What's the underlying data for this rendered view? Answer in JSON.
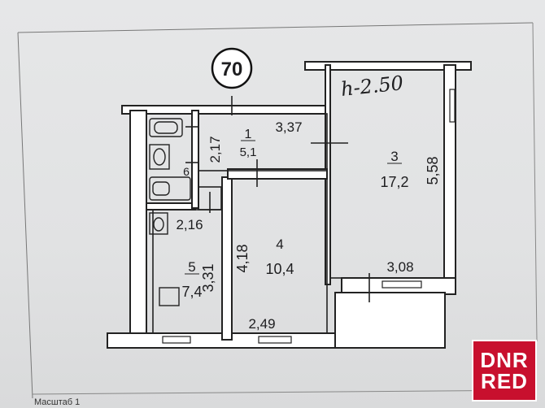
{
  "plan": {
    "apartment_number": "70",
    "ceiling_height": "h-2.50",
    "scale_caption": "Масштаб 1",
    "rooms": [
      {
        "number": "1",
        "area": "5,1"
      },
      {
        "number": "3",
        "area": "17,2"
      },
      {
        "number": "4",
        "area": "10,4"
      },
      {
        "number": "5",
        "area": "7,4"
      },
      {
        "number": "6",
        "area": ""
      }
    ],
    "dimensions": {
      "room1_width": "3,37",
      "room1_height": "2,17",
      "room3_height": "5,58",
      "room3_width": "3,08",
      "room4_height": "4,18",
      "room4_width": "2,49",
      "room5_top": "2,16",
      "room5_height": "3,31"
    }
  },
  "watermark": {
    "line1": "DNR",
    "line2": "RED",
    "background": "#c8102e"
  }
}
